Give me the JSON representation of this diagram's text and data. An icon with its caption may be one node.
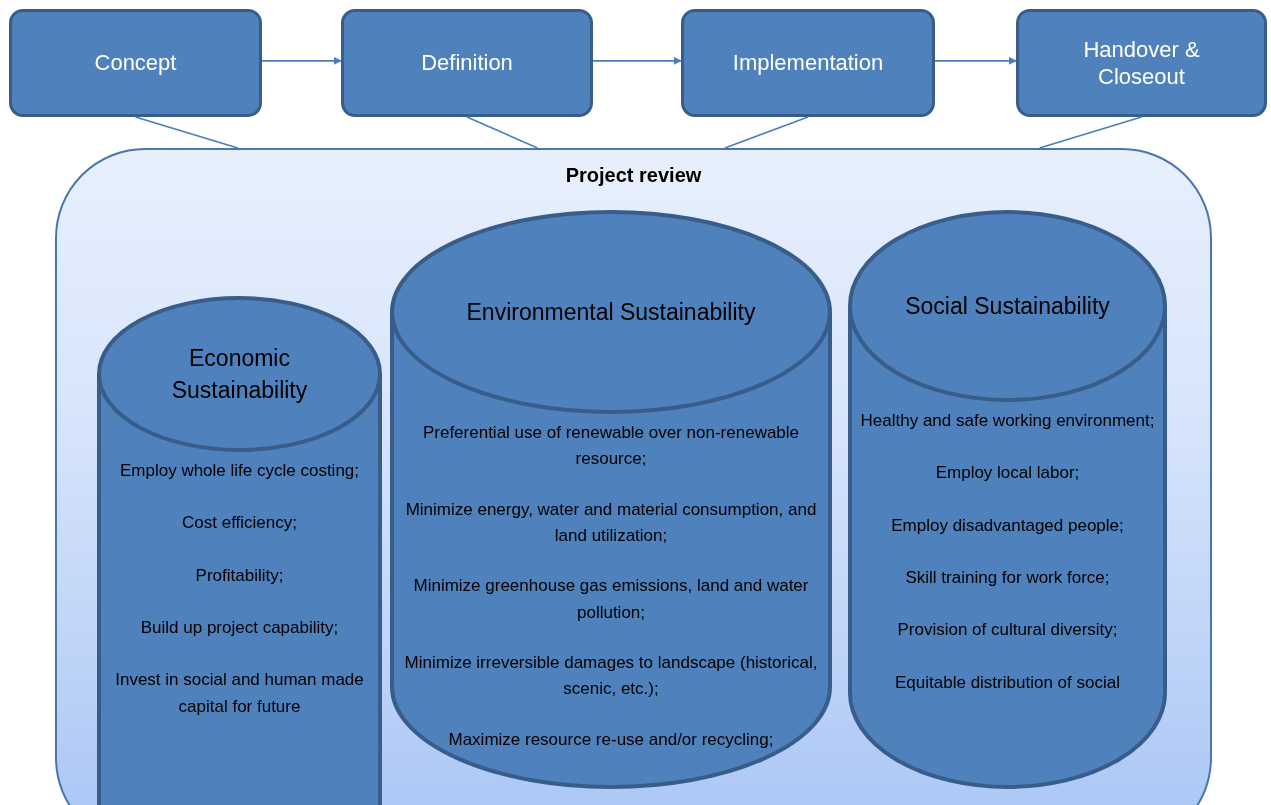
{
  "diagram": {
    "nodes": [
      {
        "text": [
          "Concept"
        ]
      },
      {
        "text": [
          "Definition"
        ]
      },
      {
        "text": [
          "Implementation"
        ]
      },
      {
        "text": [
          "Handover & Closeout"
        ]
      },
      {
        "text": [
          "Project review"
        ]
      },
      {
        "text": [
          "Economic Sustainability",
          "Employ whole life cycle costing;",
          "Cost efficiency;",
          "Profitability;",
          "Build up project capability;",
          "Invest in social and human made capital for future"
        ],
        "in": 4
      },
      {
        "text": [
          "Environmental Sustainability",
          "Preferential use of renewable over non-renewable resource;",
          "Minimize energy, water and material consumption, and land utilization;",
          "Minimize greenhouse gas emissions, land and water pollution;",
          "Minimize irreversible damages to landscape (historical, scenic, etc.);",
          "Maximize resource re-use and/or recycling;"
        ],
        "in": 4
      },
      {
        "text": [
          "Social Sustainability",
          "Healthy and safe working environment;",
          "Employ local labor;",
          "Employ disadvantaged people;",
          "Skill training for work force;",
          "Provision of cultural diversity;",
          "Equitable distribution of social"
        ],
        "in": 4
      }
    ],
    "edges": [
      {
        "from": 0,
        "to": 1,
        "arrow": "to"
      },
      {
        "from": 1,
        "to": 2,
        "arrow": "to"
      },
      {
        "from": 2,
        "to": 3,
        "arrow": "to"
      },
      {
        "from": 0,
        "to": 4,
        "arrow": "none"
      },
      {
        "from": 1,
        "to": 4,
        "arrow": "none"
      },
      {
        "from": 2,
        "to": 4,
        "arrow": "none"
      },
      {
        "from": 3,
        "to": 4,
        "arrow": "none"
      }
    ]
  }
}
